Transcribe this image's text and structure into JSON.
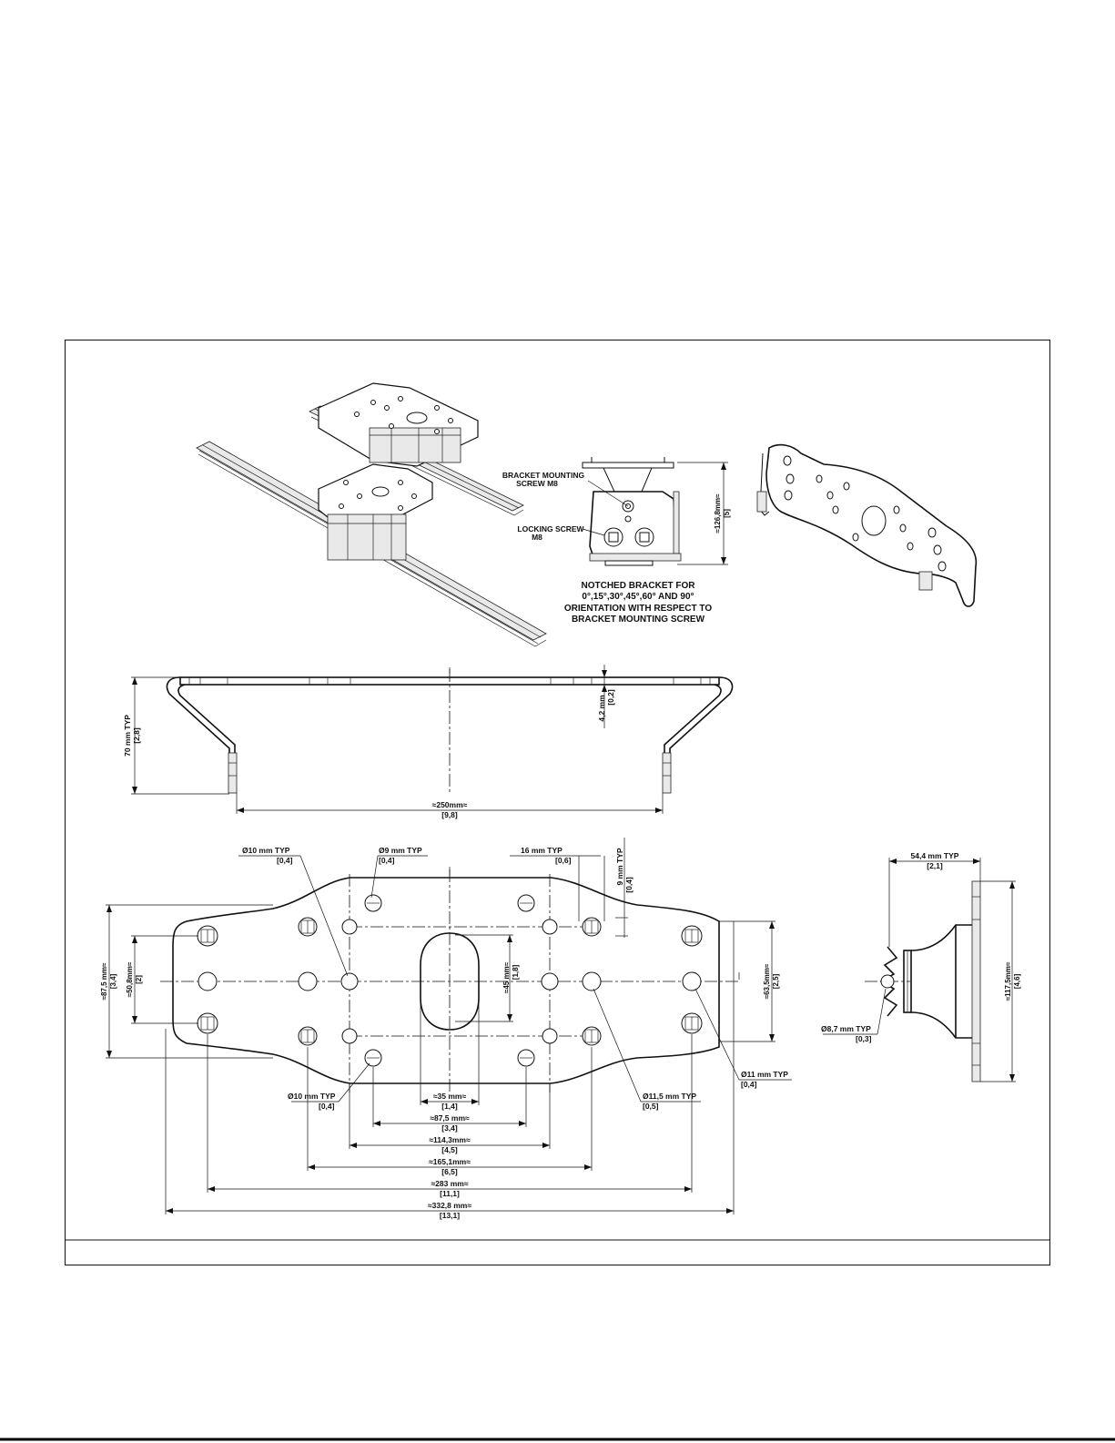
{
  "page": {
    "bottom_rule_color": "#000000",
    "line_color": "#111111"
  },
  "callouts": {
    "bracket_screw": [
      "BRACKET MOUNTING",
      "SCREW M8"
    ],
    "locking_screw": [
      "LOCKING SCREW",
      "M8"
    ],
    "notched_bracket": [
      "NOTCHED BRACKET FOR",
      "0°,15°,30°,45°,60° AND 90°",
      "ORIENTATION WITH RESPECT TO",
      "BRACKET MOUNTING SCREW"
    ]
  },
  "dims": {
    "side_height": {
      "mm": "≈126,8mm≈",
      "in": "[5]"
    },
    "front_height": {
      "mm": "70    mm TYP",
      "in": "[2,8]"
    },
    "flange": {
      "mm": "4,2    mm",
      "in": "[0,2]"
    },
    "front_width": {
      "mm": "≈250mm≈",
      "in": "[9,8]"
    },
    "hole_d10_top": {
      "mm": "Ø10 mm TYP",
      "in": "[0,4]"
    },
    "hole_d9": {
      "mm": "Ø9 mm TYP",
      "in": "[0,4]"
    },
    "slot_16": {
      "mm": "16     mm TYP",
      "in": "[0,6]"
    },
    "slot_9": {
      "mm": "9     mm TYP",
      "in": "[0,4]"
    },
    "width_87_5": {
      "mm": "≈87,5 mm≈",
      "in": "[3,4]"
    },
    "width_50_8": {
      "mm": "≈50,8mm≈",
      "in": "[2]"
    },
    "slot_45": {
      "mm": "≈45     mm≈",
      "in": "[1,8]"
    },
    "width_63_5": {
      "mm": "≈63,5mm≈",
      "in": "[2,5]"
    },
    "hole_d11": {
      "mm": "Ø11 mm TYP",
      "in": "[0,4]"
    },
    "hole_d10_bottom": {
      "mm": "Ø10 mm TYP",
      "in": "[0,4]"
    },
    "hole_d11_5": {
      "mm": "Ø11,5 mm TYP",
      "in": "[0,5]"
    },
    "len_35": {
      "mm": "≈35     mm≈",
      "in": "[1,4]"
    },
    "len_87_5": {
      "mm": "≈87,5 mm≈",
      "in": "[3,4]"
    },
    "len_114_3": {
      "mm": "≈114,3mm≈",
      "in": "[4,5]"
    },
    "len_165_1": {
      "mm": "≈165,1mm≈",
      "in": "[6,5]"
    },
    "len_283": {
      "mm": "≈283     mm≈",
      "in": "[11,1]"
    },
    "len_332_8": {
      "mm": "≈332,8 mm≈",
      "in": "[13,1]"
    },
    "side_width": {
      "mm": "54,4 mm TYP",
      "in": "[2,1]"
    },
    "side_hole": {
      "mm": "Ø8,7 mm TYP",
      "in": "[0,3]"
    },
    "side_height_117": {
      "mm": "≈117,5mm≈",
      "in": "[4,6]"
    }
  }
}
